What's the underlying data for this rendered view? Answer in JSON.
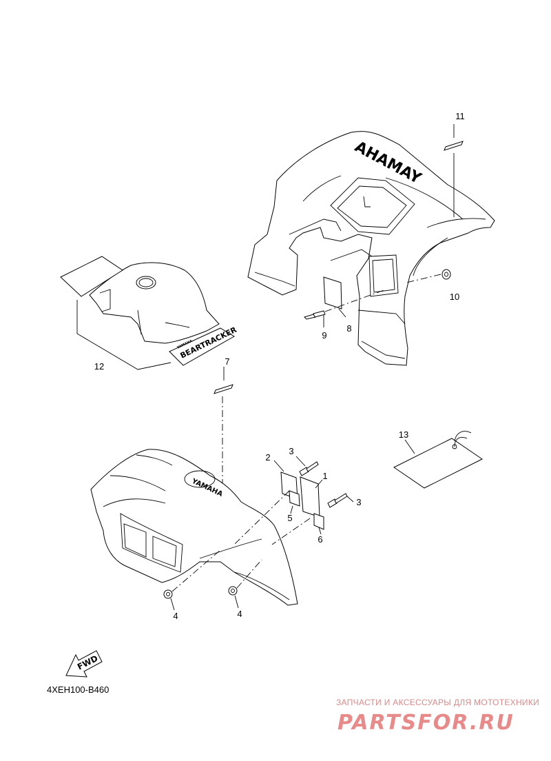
{
  "diagram": {
    "code": "4XEH100-B460",
    "callouts": {
      "c1": "1",
      "c2": "2",
      "c3a": "3",
      "c3b": "3",
      "c4a": "4",
      "c4b": "4",
      "c5": "5",
      "c6": "6",
      "c7": "7",
      "c8": "8",
      "c9": "9",
      "c10": "10",
      "c11": "11",
      "c12": "12",
      "c13": "13"
    },
    "embossed": {
      "yamaha": "YAMAHA",
      "bear_tracker": "BEARTRACKER",
      "small_label": "YAMAHA",
      "front_logo": "YAMAHA",
      "fwd": "FWD"
    }
  },
  "watermark": {
    "line1": "ЗАПЧАСТИ И АКСЕССУАРЫ ДЛЯ МОТОТЕХНИКИ",
    "line2": "PARTSFOR.RU"
  },
  "colors": {
    "line": "#000000",
    "watermark": "#e88a8a"
  }
}
